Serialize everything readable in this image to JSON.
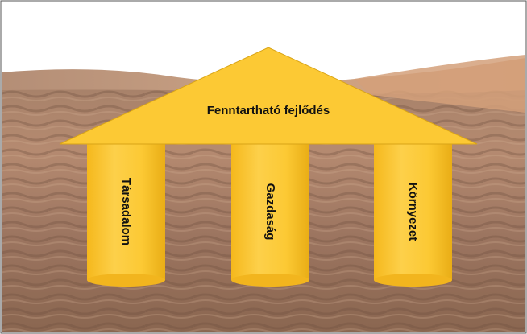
{
  "diagram": {
    "roof": {
      "label": "Fenntartható fejlődés"
    },
    "pillars": [
      {
        "label": "Társadalom"
      },
      {
        "label": "Gazdaság"
      },
      {
        "label": "Környezet"
      }
    ]
  },
  "colors": {
    "shape_fill": "#FCC934",
    "shape_stroke": "#C99A10",
    "sand_light": "#C49A7C",
    "sand_dark": "#7A5A45",
    "sky": "#FFFFFF",
    "text": "#111111"
  }
}
